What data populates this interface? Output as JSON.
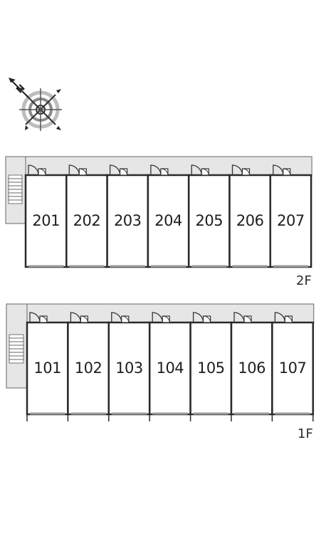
{
  "compass": {
    "icon": "north-arrow-compass-icon",
    "label": "N"
  },
  "floors": [
    {
      "id": "2F",
      "label": "2F",
      "units": [
        "201",
        "202",
        "203",
        "204",
        "205",
        "206",
        "207"
      ]
    },
    {
      "id": "1F",
      "label": "1F",
      "units": [
        "101",
        "102",
        "103",
        "104",
        "105",
        "106",
        "107"
      ]
    }
  ],
  "colors": {
    "wall": "#2a2a2a",
    "corridor": "#e6e6e6",
    "corridor_edge": "#666666",
    "unit_fill": "#ffffff",
    "window": "#9a9a9a",
    "stair": "#ffffff"
  }
}
